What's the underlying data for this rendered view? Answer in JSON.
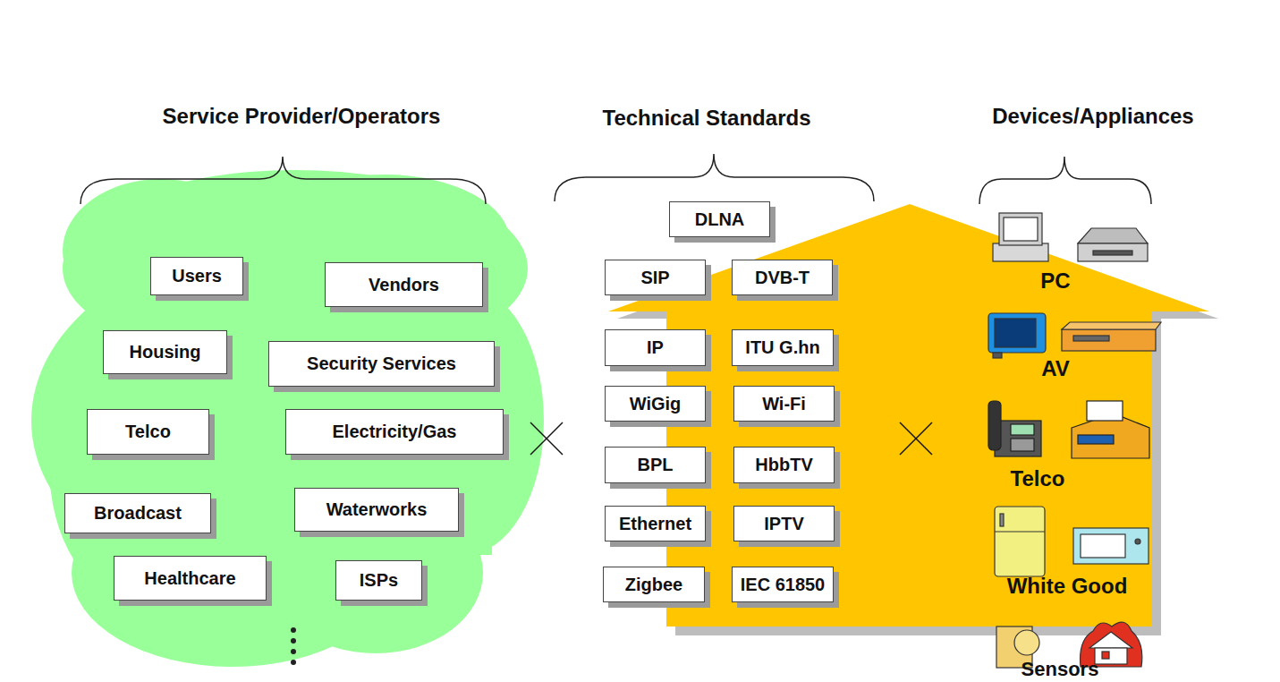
{
  "diagram": {
    "nodes": [
      {
        "text": [
          "Users"
        ]
      },
      {
        "text": [
          "Vendors"
        ]
      },
      {
        "text": [
          "Housing"
        ]
      },
      {
        "text": [
          "Security Services"
        ]
      },
      {
        "text": [
          "Telco"
        ]
      },
      {
        "text": [
          "Electricity/Gas"
        ]
      },
      {
        "text": [
          "Broadcast"
        ]
      },
      {
        "text": [
          "Waterworks"
        ]
      },
      {
        "text": [
          "Healthcare"
        ]
      },
      {
        "text": [
          "ISPs"
        ]
      },
      {
        "text": [
          "DLNA"
        ]
      },
      {
        "text": [
          "SIP"
        ]
      },
      {
        "text": [
          "DVB-T"
        ]
      },
      {
        "text": [
          "IP"
        ]
      },
      {
        "text": [
          "ITU G.hn"
        ]
      },
      {
        "text": [
          "WiGig"
        ]
      },
      {
        "text": [
          "Wi-Fi"
        ]
      },
      {
        "text": [
          "BPL"
        ]
      },
      {
        "text": [
          "HbbTV"
        ]
      },
      {
        "text": [
          "Ethernet"
        ]
      },
      {
        "text": [
          "IPTV"
        ]
      },
      {
        "text": [
          "Zigbee"
        ]
      },
      {
        "text": [
          "IEC 61850"
        ]
      }
    ],
    "labels": [
      "Service Provider/Operators",
      "Technical Standards",
      "Devices/Appliances",
      "PC",
      "AV",
      "Telco",
      "White Good",
      "Sensors"
    ]
  }
}
